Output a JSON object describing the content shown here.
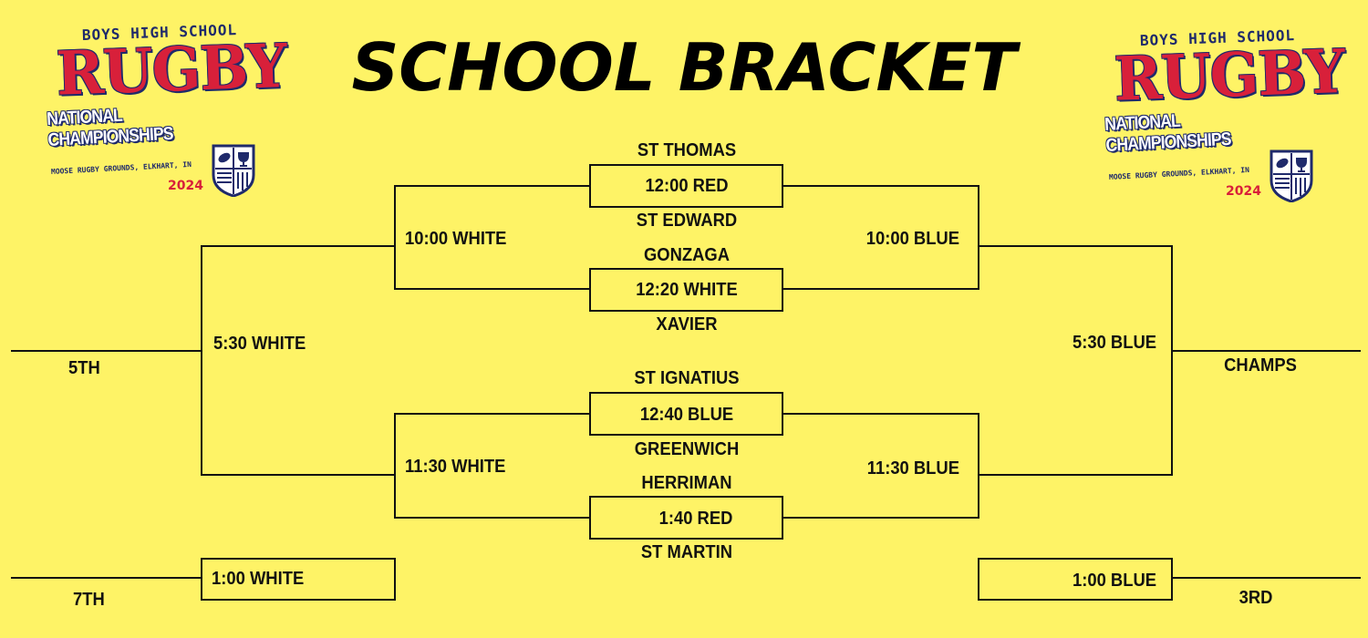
{
  "title": "SCHOOL BRACKET",
  "logo": {
    "top_text": "BOYS HIGH SCHOOL",
    "main_text": "RUGBY",
    "sub_text": "NATIONAL CHAMPIONSHIPS",
    "location": "MOOSE RUGBY GROUNDS, ELKHART, IN",
    "year": "2024",
    "shield_icon": "rugby-ball-trophy-shield-icon",
    "colors": {
      "red": "#d8203a",
      "navy": "#1f2a6b"
    }
  },
  "teams": [
    "ST THOMAS",
    "ST EDWARD",
    "GONZAGA",
    "XAVIER",
    "ST IGNATIUS",
    "GREENWICH",
    "HERRIMAN",
    "ST MARTIN"
  ],
  "first_round": [
    "12:00 RED",
    "12:20 WHITE",
    "12:40 BLUE",
    "1:40 RED"
  ],
  "white_bracket": {
    "semis": [
      "10:00 WHITE",
      "11:30 WHITE"
    ],
    "final": "5:30 WHITE",
    "consolation": "1:00 WHITE"
  },
  "blue_bracket": {
    "semis": [
      "10:00 BLUE",
      "11:30 BLUE"
    ],
    "final": "5:30 BLUE",
    "consolation": "1:00 BLUE"
  },
  "placements": {
    "fifth": "5TH",
    "seventh": "7TH",
    "champs": "CHAMPS",
    "third": "3RD"
  },
  "colors": {
    "background": "#fef366",
    "lines": "#111111"
  }
}
